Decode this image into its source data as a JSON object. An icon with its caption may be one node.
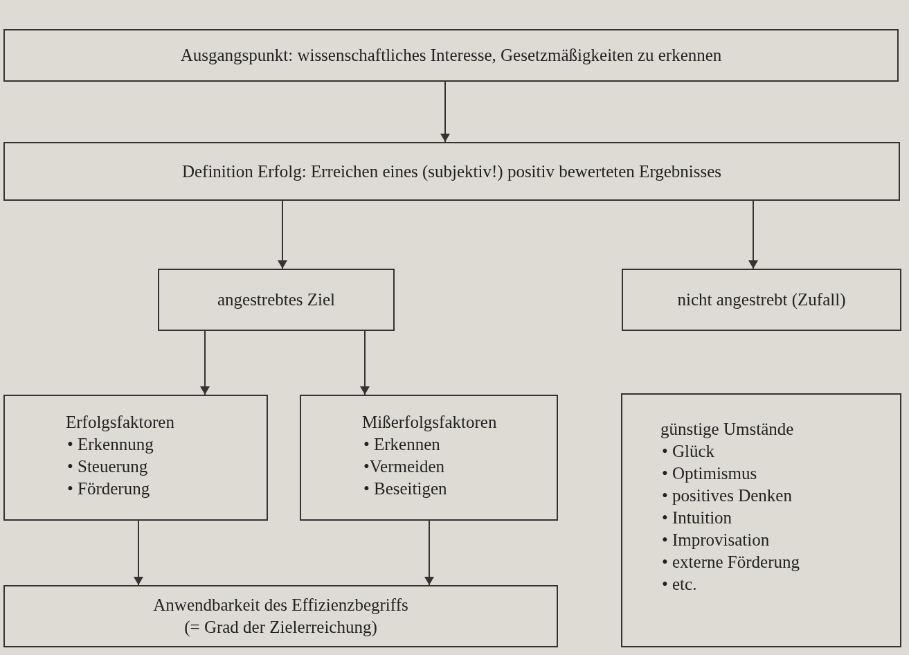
{
  "diagram": {
    "nodes": [
      {
        "text": [
          "Ausgangspunkt: wissenschaftliches Interesse, Gesetzmäßigkeiten zu erkennen"
        ]
      },
      {
        "text": [
          "Definition Erfolg: Erreichen eines (subjektiv!) positiv bewerteten Ergebnisses"
        ]
      },
      {
        "text": [
          "angestrebtes Ziel"
        ]
      },
      {
        "text": [
          "nicht angestrebt (Zufall)"
        ]
      },
      {
        "text": [
          "Erfolgsfaktoren",
          "• Erkennung",
          "• Steuerung",
          "• Förderung"
        ]
      },
      {
        "text": [
          "Mißerfolgsfaktoren",
          "• Erkennen",
          "•Vermeiden",
          "• Beseitigen"
        ]
      },
      {
        "text": [
          "günstige Umstände",
          "• Glück",
          "• Optimismus",
          "• positives Denken",
          "• Intuition",
          "• Improvisation",
          "• externe Förderung",
          "• etc."
        ]
      },
      {
        "text": [
          "Anwendbarkeit des Effizienzbegriffs",
          "(= Grad der Zielerreichung)"
        ]
      }
    ],
    "edges": [
      {
        "from": 0,
        "to": 1,
        "arrow": "to"
      },
      {
        "from": 1,
        "to": 2,
        "arrow": "to"
      },
      {
        "from": 1,
        "to": 3,
        "arrow": "to"
      },
      {
        "from": 2,
        "to": 4,
        "arrow": "to"
      },
      {
        "from": 2,
        "to": 5,
        "arrow": "to"
      },
      {
        "from": 4,
        "to": 7,
        "arrow": "to"
      },
      {
        "from": 5,
        "to": 7,
        "arrow": "to"
      }
    ]
  }
}
